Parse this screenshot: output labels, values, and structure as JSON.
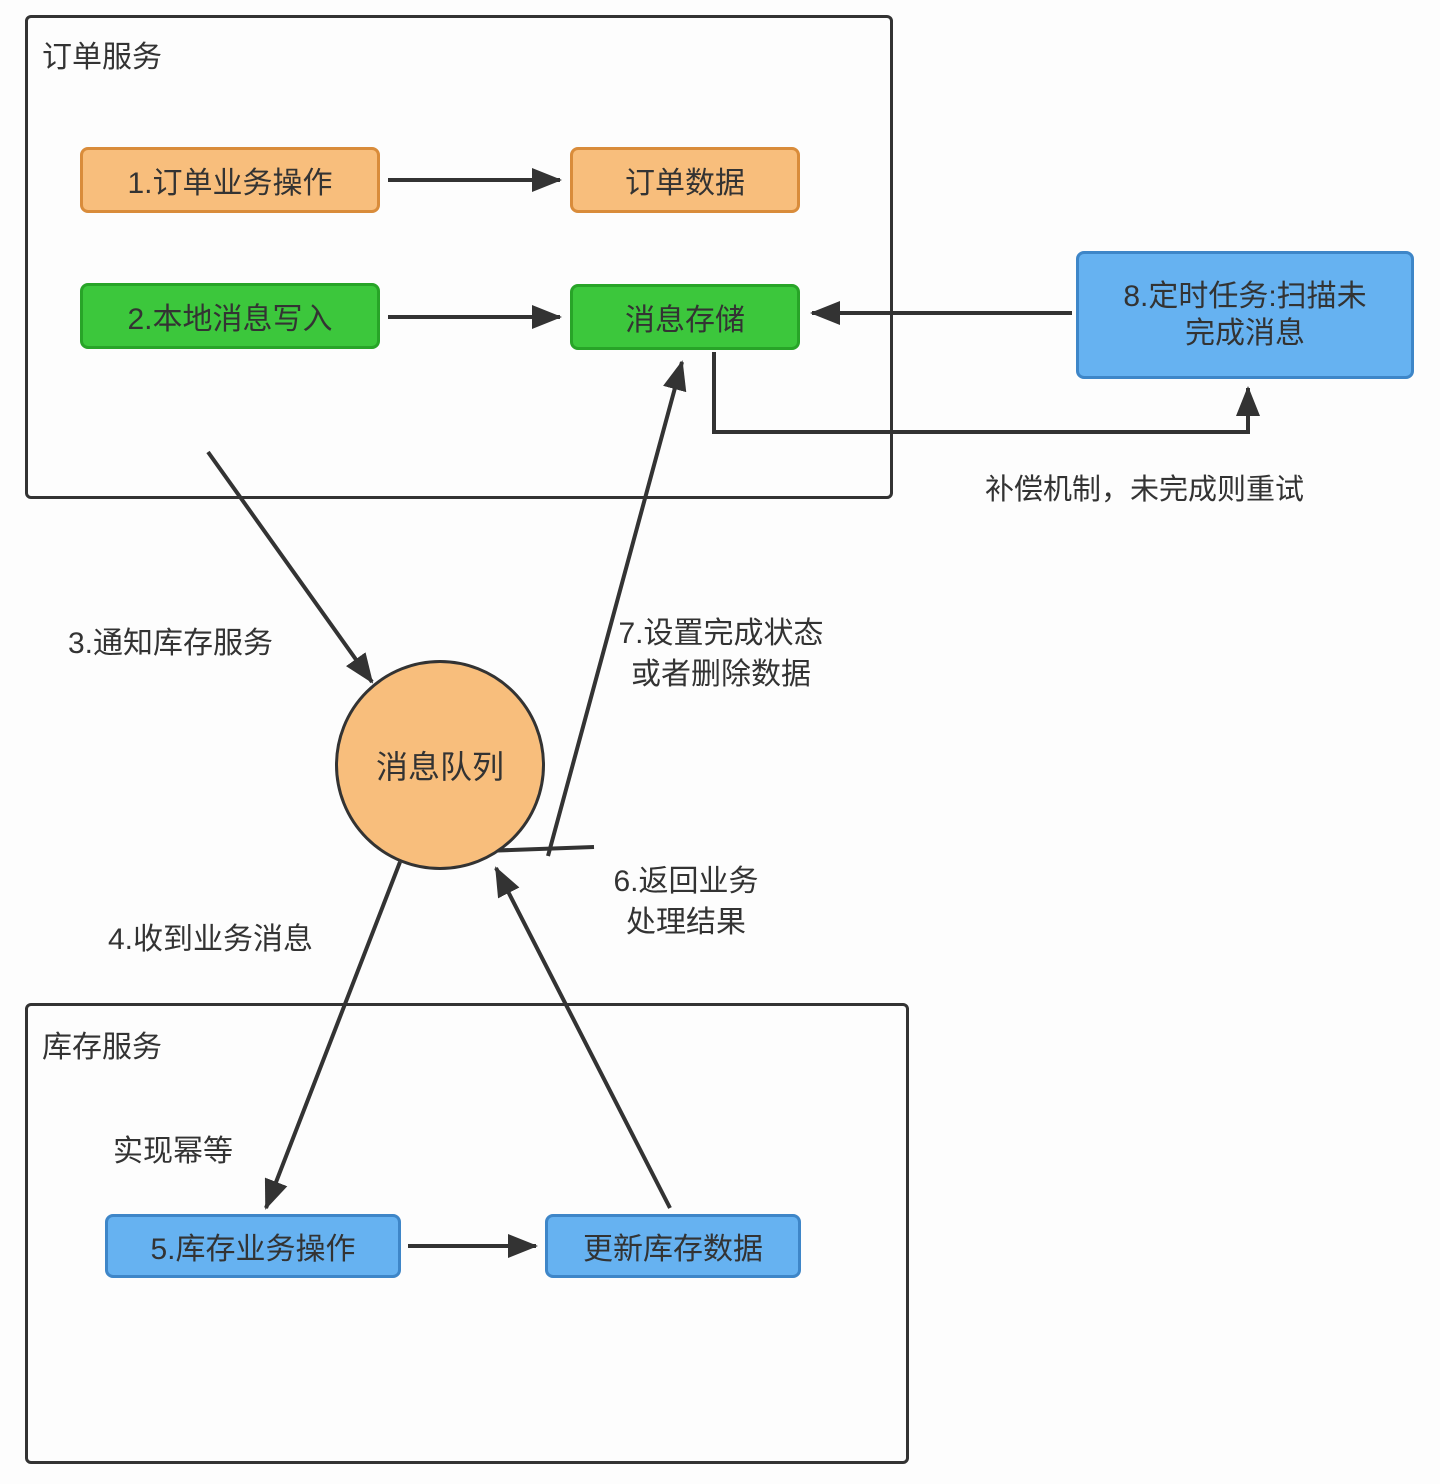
{
  "diagram": {
    "order_service": {
      "title": "订单服务",
      "box_step1": "1.订单业务操作",
      "box_order_data": "订单数据",
      "box_step2": "2.本地消息写入",
      "box_msg_store": "消息存储"
    },
    "scheduled_task_box": "8.定时任务:扫描未\n完成消息",
    "compensation_note": "补偿机制，未完成则重试",
    "message_queue": "消息队列",
    "labels": {
      "step3": "3.通知库存服务",
      "step7": "7.设置完成状态\n或者删除数据",
      "step4": "4.收到业务消息",
      "step6": "6.返回业务\n处理结果",
      "idempotent": "实现幂等"
    },
    "inventory_service": {
      "title": "库存服务",
      "box_step5": "5.库存业务操作",
      "box_update": "更新库存数据"
    },
    "colors": {
      "orange_fill": "#F8BE7C",
      "orange_border": "#D98C3B",
      "green_fill": "#3CC73C",
      "green_border": "#28A428",
      "blue_fill": "#66B2F1",
      "blue_border": "#3E86C8",
      "line": "#333333"
    }
  }
}
